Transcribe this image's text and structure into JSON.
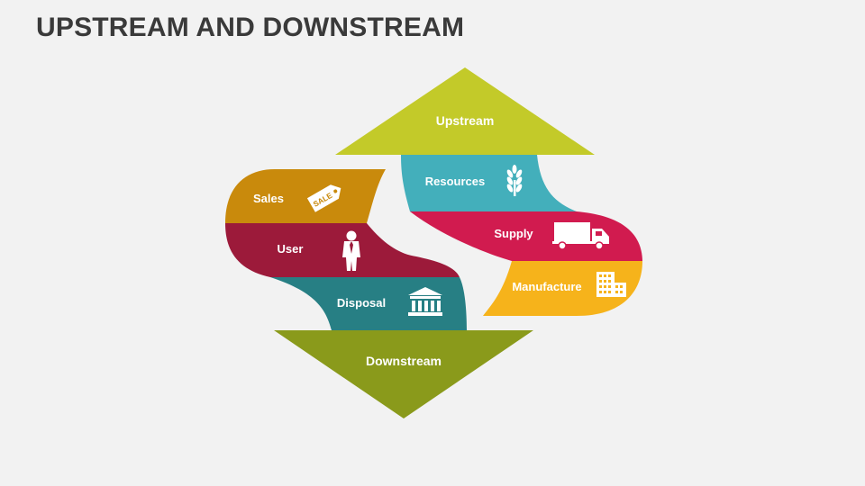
{
  "title": "UPSTREAM AND DOWNSTREAM",
  "arrows": {
    "up": {
      "label": "Upstream",
      "color": "#c3ca29"
    },
    "down": {
      "label": "Downstream",
      "color": "#8a9a1b"
    }
  },
  "left_bands": [
    {
      "label": "Sales",
      "icon": "sale-tag-icon",
      "icon_text": "SALE",
      "color": "#c98a0c"
    },
    {
      "label": "User",
      "icon": "person-icon",
      "color": "#9c1a3a"
    },
    {
      "label": "Disposal",
      "icon": "bank-building-icon",
      "color": "#277f84"
    }
  ],
  "right_bands": [
    {
      "label": "Resources",
      "icon": "wheat-icon",
      "color": "#43afbb"
    },
    {
      "label": "Supply",
      "icon": "truck-icon",
      "color": "#d11b4f"
    },
    {
      "label": "Manufacture",
      "icon": "factory-building-icon",
      "color": "#f6b31b"
    }
  ]
}
